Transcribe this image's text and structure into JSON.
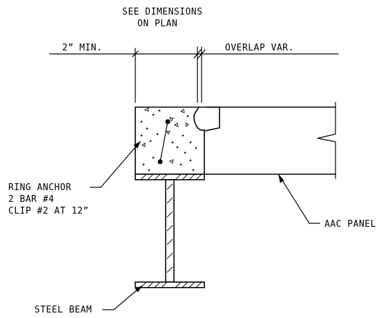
{
  "labels": {
    "see_dimensions_line1": "SEE DIMENSIONS",
    "see_dimensions_line2": "ON PLAN",
    "min_dim": "2” MIN.",
    "overlap": "OVERLAP VAR.",
    "ring_anchor_line1": "RING ANCHOR",
    "ring_anchor_line2": "2 BAR #4",
    "ring_anchor_line3": "CLIP #2  AT 12”",
    "aac_panel": "AAC PANEL",
    "steel_beam": "STEEL BEAM"
  }
}
